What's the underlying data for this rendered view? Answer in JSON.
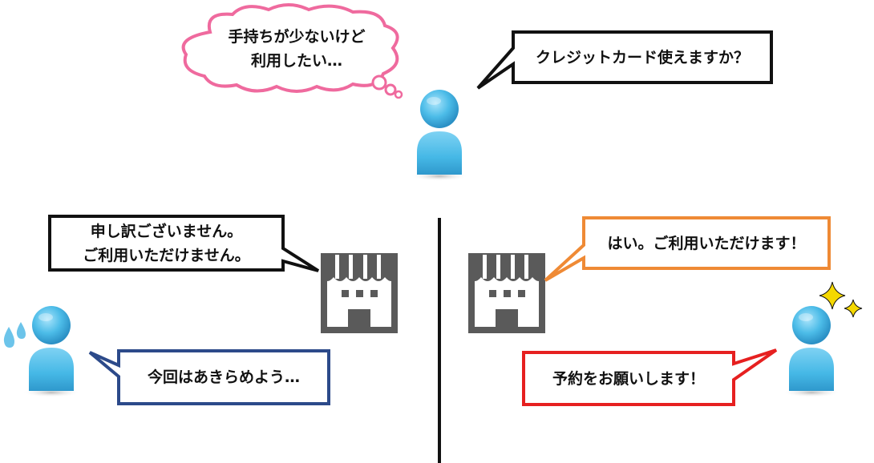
{
  "thought": {
    "line1": "手持ちが少ないけど",
    "line2": "利用したい…"
  },
  "question": {
    "text": "クレジットカード使えますか？"
  },
  "left_panel": {
    "staff_line1": "申し訳ございません。",
    "staff_line2": "ご利用いただけません。",
    "customer_reply": "今回はあきらめよう…"
  },
  "right_panel": {
    "staff_reply": "はい。ご利用いただけます！",
    "customer_reply": "予約をお願いします！"
  },
  "colors": {
    "thought_border": "#ef6a9e",
    "neutral_border": "#111111",
    "negative_border": "#2c4a8a",
    "positive_staff_border": "#ef8a35",
    "positive_customer_border": "#e62020",
    "person": "#45b8e6",
    "shop": "#5a5a5a",
    "sweat": "#6cc4ea",
    "sparkle": "#f5d800"
  },
  "icons": [
    "person-icon",
    "shop-icon",
    "sweat-drops-icon",
    "sparkle-icon"
  ]
}
